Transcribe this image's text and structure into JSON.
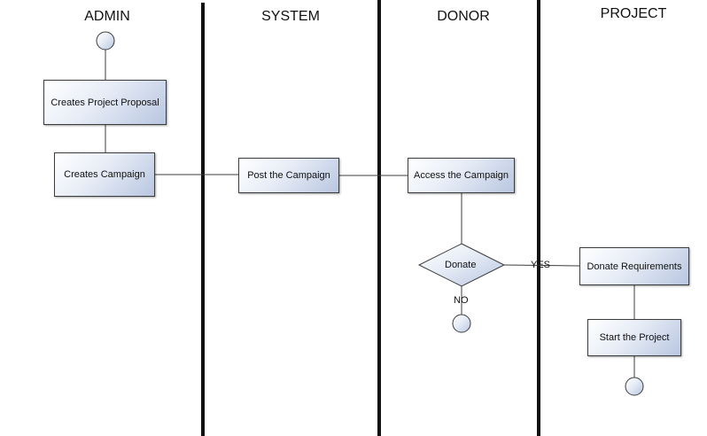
{
  "lanes": [
    {
      "title": "ADMIN"
    },
    {
      "title": "SYSTEM"
    },
    {
      "title": "DONOR"
    },
    {
      "title": "PROJECT"
    }
  ],
  "nodes": {
    "create_proposal": "Creates Project Proposal",
    "create_campaign": "Creates Campaign",
    "post_campaign": "Post the Campaign",
    "access_campaign": "Access the Campaign",
    "donate_decision": "Donate",
    "donate_requirements": "Donate Requirements",
    "start_project": "Start the Project"
  },
  "edge_labels": {
    "yes": "YES",
    "no": "NO"
  },
  "colors": {
    "node_fill_light": "#ffffff",
    "node_fill_dark": "#b8c6e0",
    "stroke": "#3c3c3c",
    "lane_divider": "#111111"
  }
}
